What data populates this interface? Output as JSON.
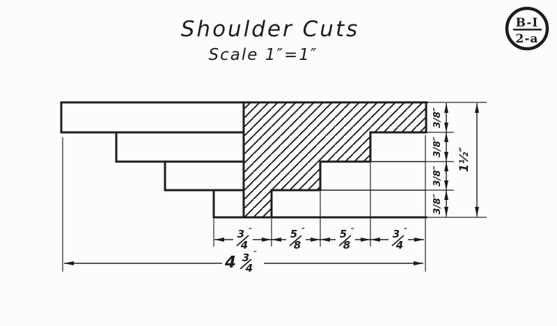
{
  "title": "Shoulder Cuts",
  "scale_label": "Scale 1″=1″",
  "badge": {
    "top": "B-I",
    "bottom": "2-a"
  },
  "dims": {
    "step_heights": [
      "3/8″",
      "3/8″",
      "3/8″",
      "3/8″"
    ],
    "total_height": "1½″",
    "bottom": [
      {
        "num": "3",
        "den": "4",
        "unit": "″"
      },
      {
        "num": "5",
        "den": "8",
        "unit": "″"
      },
      {
        "num": "5",
        "den": "8",
        "unit": "″"
      },
      {
        "num": "3",
        "den": "4",
        "unit": "″"
      }
    ],
    "total_width": {
      "whole": "4",
      "num": "3",
      "den": "4",
      "unit": "″"
    }
  },
  "colors": {
    "ink": "#1c1c1c",
    "paper": "#fcfcfa"
  }
}
